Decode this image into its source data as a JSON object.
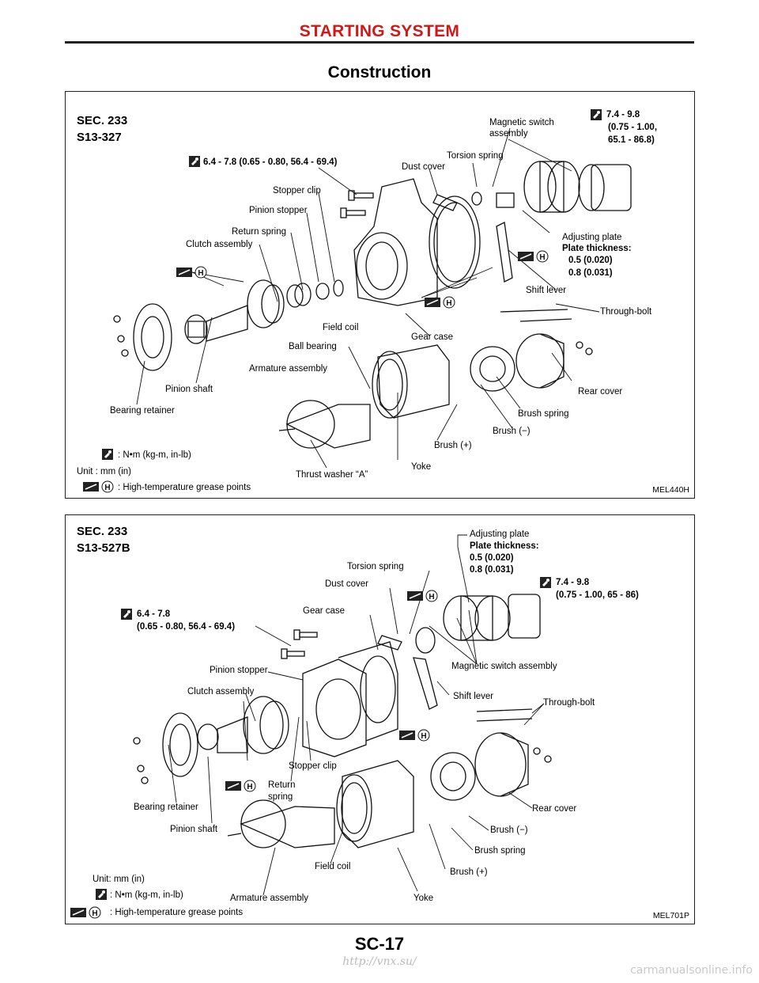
{
  "header": {
    "title": "STARTING SYSTEM"
  },
  "section": {
    "title": "Construction"
  },
  "figure1": {
    "sec": "SEC. 233",
    "model": "S13-327",
    "code": "MEL440H",
    "labels": {
      "torque_bolt": "6.4 - 7.8 (0.65 - 0.80, 56.4 - 69.4)",
      "magnetic_switch": "Magnetic switch",
      "magnetic_switch_2": "assembly",
      "torque_switch_1": "7.4 - 9.8",
      "torque_switch_2": "(0.75 - 1.00,",
      "torque_switch_3": "65.1 - 86.8)",
      "torsion_spring": "Torsion spring",
      "dust_cover": "Dust cover",
      "stopper_clip": "Stopper clip",
      "pinion_stopper": "Pinion stopper",
      "return_spring": "Return spring",
      "clutch_assembly": "Clutch assembly",
      "adjusting_plate": "Adjusting plate",
      "plate_thickness": "Plate thickness:",
      "thickness_1": "0.5 (0.020)",
      "thickness_2": "0.8 (0.031)",
      "shift_lever": "Shift lever",
      "through_bolt": "Through-bolt",
      "field_coil": "Field coil",
      "gear_case": "Gear case",
      "ball_bearing": "Ball bearing",
      "armature_assembly": "Armature assembly",
      "pinion_shaft": "Pinion shaft",
      "rear_cover": "Rear cover",
      "bearing_retainer": "Bearing retainer",
      "brush_spring": "Brush spring",
      "brush_minus": "Brush (−)",
      "brush_plus": "Brush (+)",
      "yoke": "Yoke",
      "thrust_washer": "Thrust washer “A”"
    },
    "legend": {
      "torque": ": N•m (kg-m, in-lb)",
      "unit": "Unit : mm (in)",
      "grease": ": High-temperature grease points"
    }
  },
  "figure2": {
    "sec": "SEC. 233",
    "model": "S13-527B",
    "code": "MEL701P",
    "labels": {
      "adjusting_plate": "Adjusting plate",
      "plate_thickness": "Plate thickness:",
      "thickness_1": "0.5 (0.020)",
      "thickness_2": "0.8 (0.031)",
      "torsion_spring": "Torsion spring",
      "torque_switch_1": "7.4 - 9.8",
      "torque_switch_2": "(0.75 - 1.00, 65 - 86)",
      "dust_cover": "Dust cover",
      "torque_bolt_1": "6.4 - 7.8",
      "torque_bolt_2": "(0.65 - 0.80, 56.4 - 69.4)",
      "gear_case": "Gear case",
      "pinion_stopper": "Pinion stopper",
      "magnetic_switch": "Magnetic switch assembly",
      "clutch_assembly": "Clutch assembly",
      "shift_lever": "Shift lever",
      "through_bolt": "Through-bolt",
      "stopper_clip": "Stopper clip",
      "return": "Return",
      "spring": "spring",
      "bearing_retainer": "Bearing retainer",
      "rear_cover": "Rear cover",
      "pinion_shaft": "Pinion shaft",
      "brush_minus": "Brush (−)",
      "brush_spring": "Brush spring",
      "field_coil": "Field coil",
      "brush_plus": "Brush (+)",
      "armature_assembly": "Armature assembly",
      "yoke": "Yoke"
    },
    "legend": {
      "unit": "Unit: mm (in)",
      "torque": ": N•m (kg-m, in-lb)",
      "grease": ": High-temperature grease points"
    }
  },
  "footer": {
    "page": "SC-17",
    "site": "http://vnx.su/",
    "watermark": "carmanualsonline.info"
  }
}
